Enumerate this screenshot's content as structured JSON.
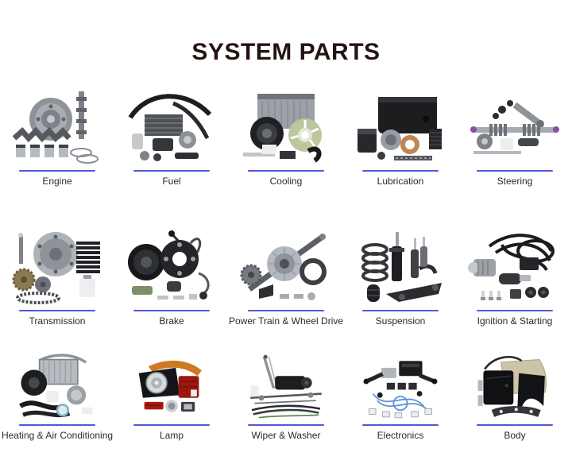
{
  "page": {
    "title": "SYSTEM PARTS",
    "background": "#ffffff"
  },
  "colors": {
    "title": "#241411",
    "accent_line": "#4e58de",
    "label": "#2b2b2b"
  },
  "grid": {
    "rows": 3,
    "columns": 5,
    "items": [
      {
        "label": "Engine",
        "image": "engine-parts"
      },
      {
        "label": "Fuel",
        "image": "fuel-system-parts"
      },
      {
        "label": "Cooling",
        "image": "cooling-system-parts"
      },
      {
        "label": "Lubrication",
        "image": "lubrication-parts"
      },
      {
        "label": "Steering",
        "image": "steering-rack-parts"
      },
      {
        "label": "Transmission",
        "image": "transmission-parts"
      },
      {
        "label": "Brake",
        "image": "brake-parts"
      },
      {
        "label": "Power Train & Wheel Drive",
        "image": "power-train-parts"
      },
      {
        "label": "Suspension",
        "image": "suspension-parts"
      },
      {
        "label": "Ignition & Starting",
        "image": "ignition-starting-parts"
      },
      {
        "label": "Heating & Air Conditioning",
        "image": "heating-ac-parts"
      },
      {
        "label": "Lamp",
        "image": "lamp-parts"
      },
      {
        "label": "Wiper & Washer",
        "image": "wiper-washer-parts"
      },
      {
        "label": "Electronics",
        "image": "electronics-parts"
      },
      {
        "label": "Body",
        "image": "body-panel-parts"
      }
    ]
  }
}
